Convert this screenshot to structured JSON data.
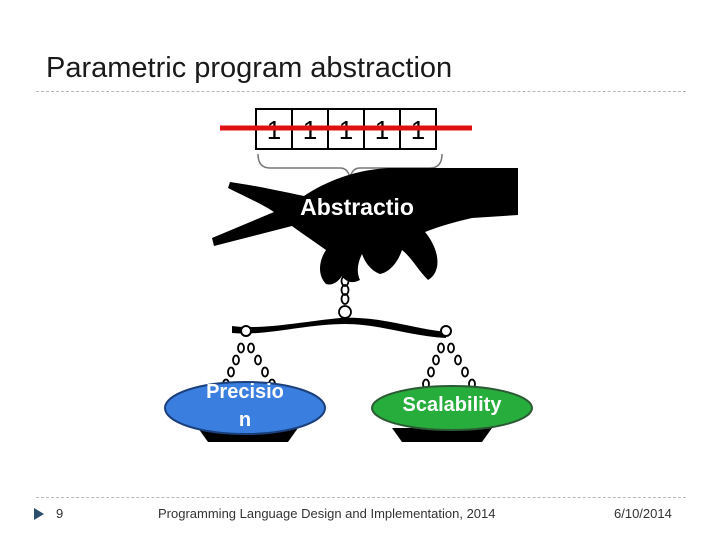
{
  "slide": {
    "title": "Parametric program abstraction",
    "bits": [
      "1",
      "1",
      "1",
      "1",
      "1"
    ],
    "hand_label": "Abstractio",
    "left_pan": {
      "line1": "Precisio",
      "line2": "n"
    },
    "right_pan": "Scalability",
    "colors": {
      "bit_strike": "#e01010",
      "precision_pan": "#3a7fe0",
      "scalability_pan": "#27ad3c",
      "hand": "#000000"
    }
  },
  "footer": {
    "slide_number": "9",
    "text": "Programming Language Design and Implementation, 2014",
    "date": "6/10/2014"
  }
}
